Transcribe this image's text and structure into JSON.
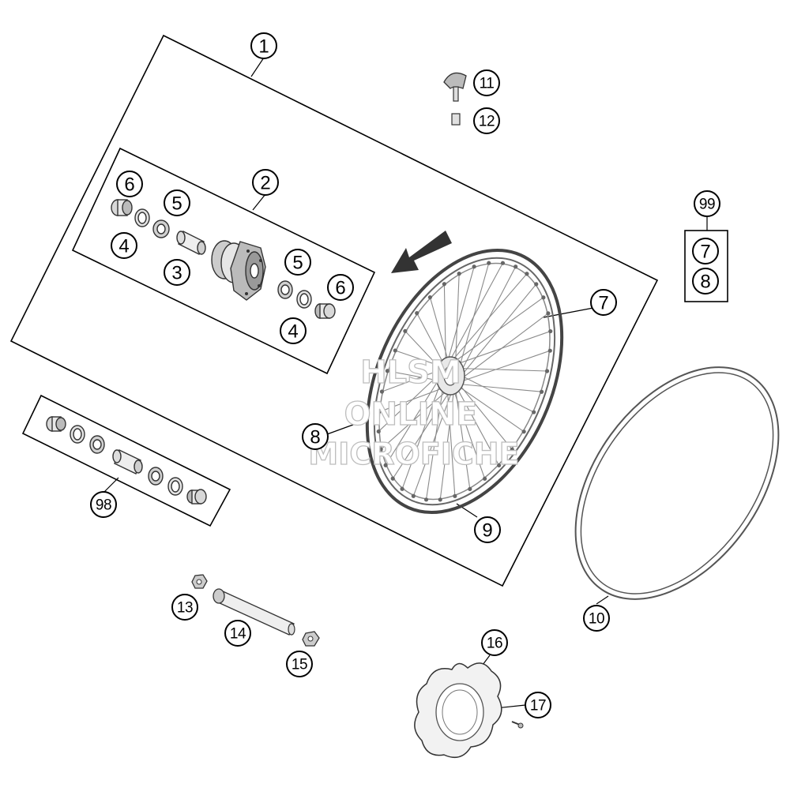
{
  "callouts": {
    "c1": "1",
    "c2": "2",
    "c3": "3",
    "c4a": "4",
    "c4b": "4",
    "c5a": "5",
    "c5b": "5",
    "c6a": "6",
    "c6b": "6",
    "c7": "7",
    "c8": "8",
    "c9": "9",
    "c10": "10",
    "c11": "11",
    "c12": "12",
    "c13": "13",
    "c14": "14",
    "c15": "15",
    "c16": "16",
    "c17": "17",
    "c98": "98",
    "c99": "99",
    "c99_7": "7",
    "c99_8": "8"
  },
  "watermark": {
    "line1": "HLSM",
    "line2": "ONLINE",
    "line3": "MICROFICHE"
  }
}
